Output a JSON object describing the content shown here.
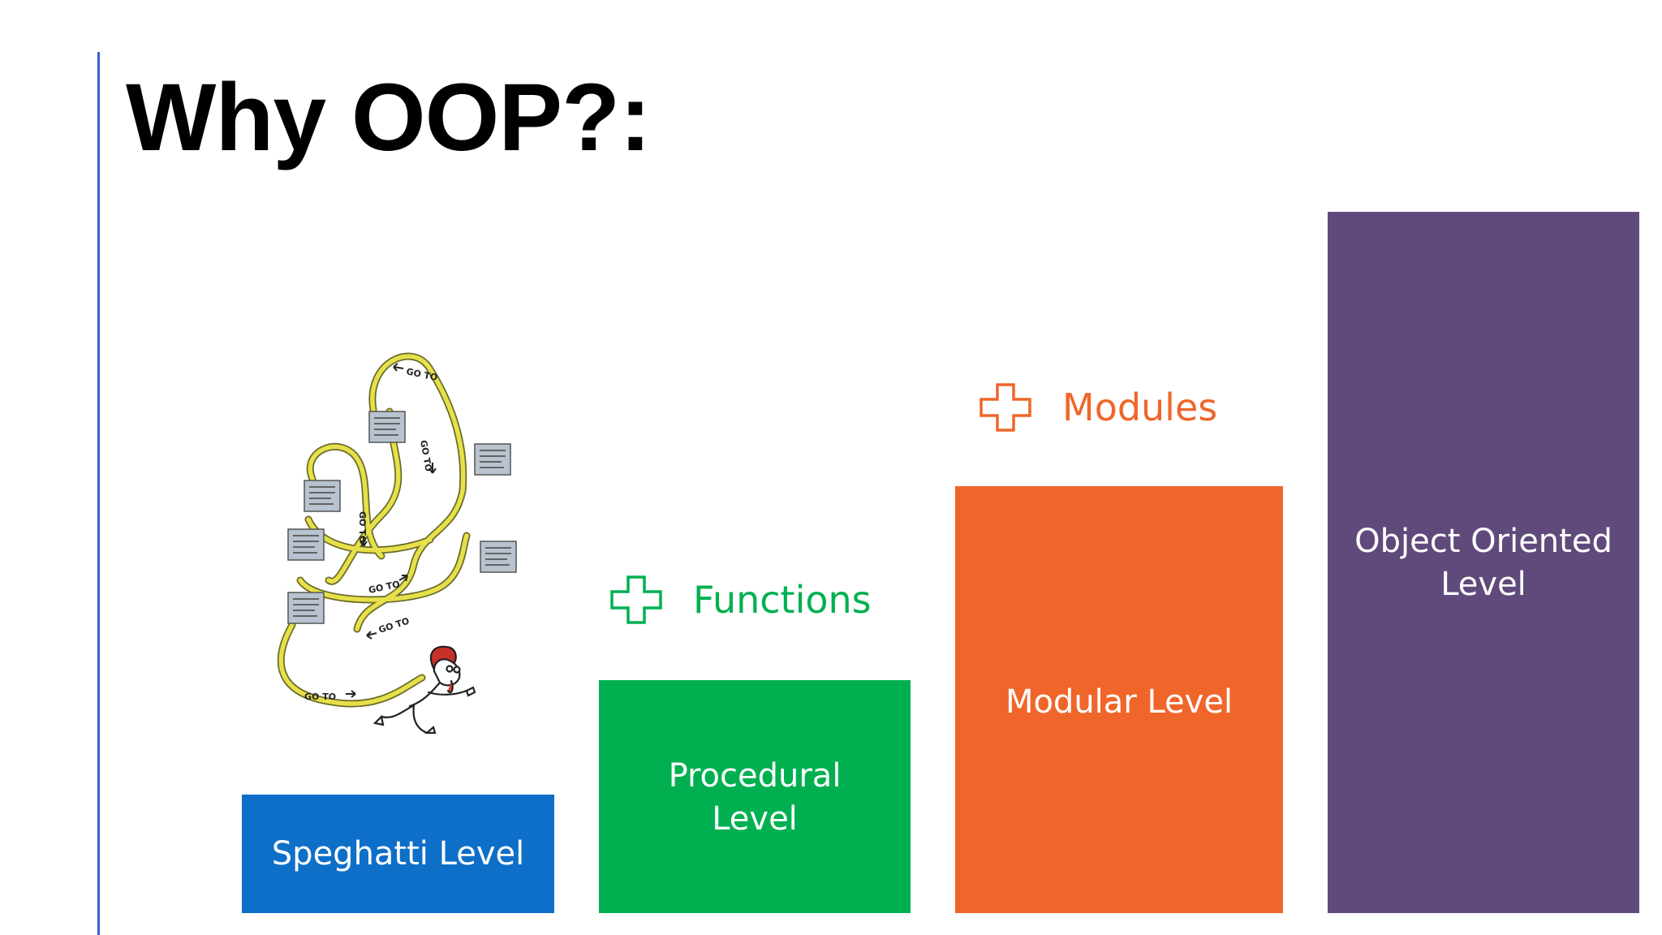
{
  "slide": {
    "title": "Why OOP?:",
    "accent_color": "#3b62c9"
  },
  "levels": [
    {
      "id": "spaghetti",
      "lines": [
        "Speghatti Level"
      ],
      "color": "#0e6fc8"
    },
    {
      "id": "procedural",
      "lines": [
        "Procedural",
        "Level"
      ],
      "color": "#00b050"
    },
    {
      "id": "modular",
      "lines": [
        "Modular Level"
      ],
      "color": "#f0662a"
    },
    {
      "id": "object-oriented",
      "lines": [
        "Object Oriented",
        "Level"
      ],
      "color": "#604a7b"
    }
  ],
  "additions": [
    {
      "id": "functions",
      "label": "Functions",
      "color": "#00b050",
      "icon": "plus-outline-icon"
    },
    {
      "id": "modules",
      "label": "Modules",
      "color": "#f0662a",
      "icon": "plus-outline-icon"
    }
  ],
  "illustration": {
    "icon": "spaghetti-code-goto-cartoon",
    "goto_label": "GO TO",
    "path_color": "#e6e04a",
    "box_color": "#b8c3cf"
  }
}
